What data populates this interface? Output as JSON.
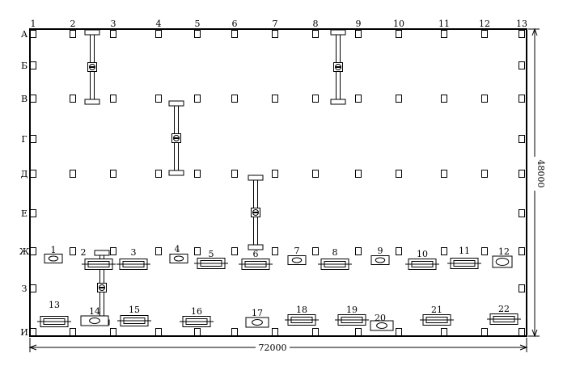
{
  "columns": [
    "1",
    "2",
    "3",
    "4",
    "5",
    "6",
    "7",
    "8",
    "9",
    "10",
    "11",
    "12",
    "13"
  ],
  "rows": [
    "А",
    "Б",
    "В",
    "Г",
    "Д",
    "Е",
    "Ж",
    "З",
    "И"
  ],
  "dimensions": {
    "width_label": "72000",
    "height_label": "48000"
  },
  "cranes": [
    {
      "id": "crane-1",
      "column": "2.5",
      "rows": "А–В"
    },
    {
      "id": "crane-2",
      "column": "8.5",
      "rows": "А–В"
    },
    {
      "id": "crane-3",
      "column": "4.5",
      "rows": "В–Д"
    },
    {
      "id": "crane-4",
      "column": "6.5",
      "rows": "Д–Ж"
    },
    {
      "id": "crane-5",
      "column": "2.7",
      "rows": "Ж–И"
    }
  ],
  "equipment": [
    {
      "number": "1",
      "kind": "round"
    },
    {
      "number": "2",
      "kind": "long"
    },
    {
      "number": "3",
      "kind": "long"
    },
    {
      "number": "4",
      "kind": "round"
    },
    {
      "number": "5",
      "kind": "long"
    },
    {
      "number": "6",
      "kind": "long"
    },
    {
      "number": "7",
      "kind": "round"
    },
    {
      "number": "8",
      "kind": "long"
    },
    {
      "number": "9",
      "kind": "round"
    },
    {
      "number": "10",
      "kind": "long"
    },
    {
      "number": "11",
      "kind": "long"
    },
    {
      "number": "12",
      "kind": "round"
    },
    {
      "number": "13",
      "kind": "long"
    },
    {
      "number": "14",
      "kind": "round"
    },
    {
      "number": "15",
      "kind": "long"
    },
    {
      "number": "16",
      "kind": "long"
    },
    {
      "number": "17",
      "kind": "round"
    },
    {
      "number": "18",
      "kind": "long"
    },
    {
      "number": "19",
      "kind": "long"
    },
    {
      "number": "20",
      "kind": "round"
    },
    {
      "number": "21",
      "kind": "long"
    },
    {
      "number": "22",
      "kind": "long"
    }
  ]
}
